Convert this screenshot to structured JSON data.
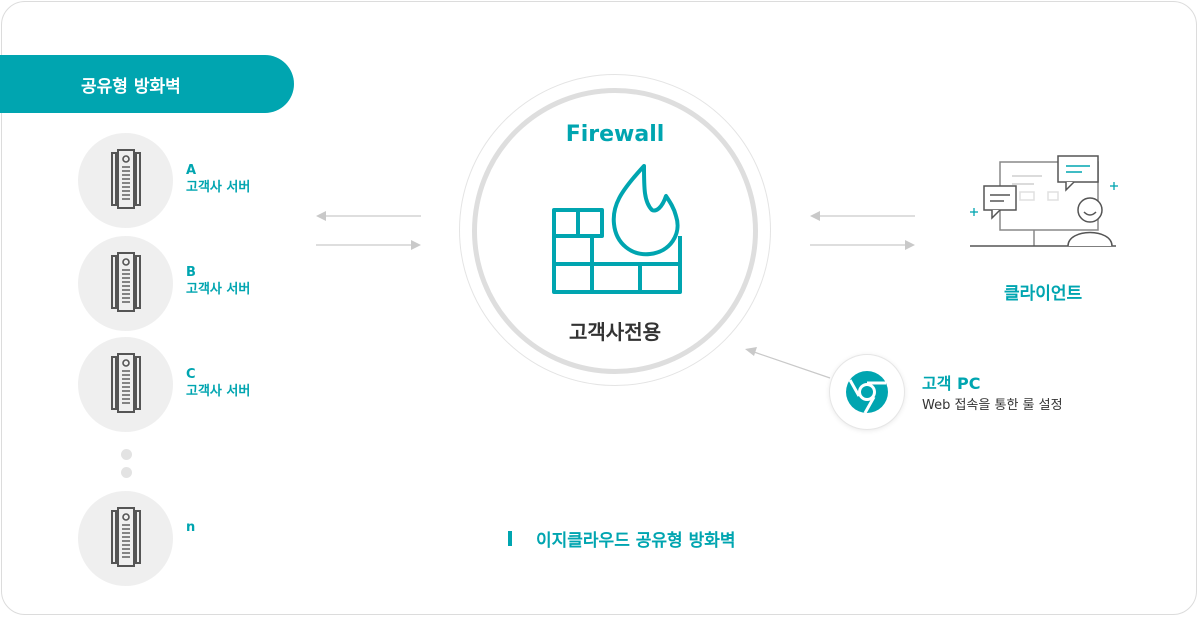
{
  "header": {
    "pill_label": "공유형 방화벽"
  },
  "servers": [
    {
      "letter": "A",
      "label": "고객사 서버"
    },
    {
      "letter": "B",
      "label": "고객사 서버"
    },
    {
      "letter": "C",
      "label": "고객사 서버"
    },
    {
      "letter": "n",
      "label": ""
    }
  ],
  "firewall": {
    "title": "Firewall",
    "subtitle": "고객사전용"
  },
  "client": {
    "label": "클라이언트"
  },
  "customer_pc": {
    "title": "고객 PC",
    "description": "Web 접속을 통한 룰 설정"
  },
  "caption": {
    "text": "이지클라우드 공유형 방화벽"
  },
  "colors": {
    "accent": "#00a5b0",
    "text": "#333333",
    "circle_bg": "#efefef"
  },
  "icons": {
    "server": "server-tower-icon",
    "firewall": "brick-wall-flame-icon",
    "client": "monitor-user-chat-icon",
    "pc": "chrome-browser-icon"
  }
}
